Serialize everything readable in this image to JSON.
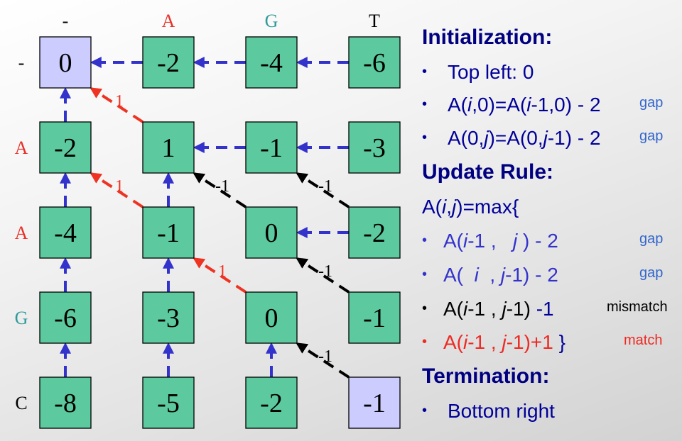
{
  "matrix": {
    "column_headers": [
      {
        "label": "-",
        "color": "#000000"
      },
      {
        "label": "A",
        "color": "#e8322a"
      },
      {
        "label": "G",
        "color": "#2f9a9a"
      },
      {
        "label": "T",
        "color": "#000000"
      }
    ],
    "row_headers": [
      {
        "label": "-",
        "color": "#000000"
      },
      {
        "label": "A",
        "color": "#e8322a"
      },
      {
        "label": "A",
        "color": "#e8322a"
      },
      {
        "label": "G",
        "color": "#2f9a9a"
      },
      {
        "label": "C",
        "color": "#000000"
      }
    ],
    "values": [
      [
        "0",
        "-2",
        "-4",
        "-6"
      ],
      [
        "-2",
        "1",
        "-1",
        "-3"
      ],
      [
        "-4",
        "-1",
        "0",
        "-2"
      ],
      [
        "-6",
        "-3",
        "0",
        "-1"
      ],
      [
        "-8",
        "-5",
        "-2",
        "-1"
      ]
    ],
    "highlighted_cells": [
      [
        0,
        0
      ],
      [
        4,
        3
      ]
    ],
    "colors": {
      "cell_fill": "#5cca9e",
      "highlight_fill": "#ccccff",
      "gap_arrow": "#3333cc",
      "match_arrow": "#ee3322",
      "mismatch_arrow": "#000000"
    },
    "arrows": [
      {
        "from": [
          0,
          1
        ],
        "to": [
          0,
          0
        ],
        "type": "gap"
      },
      {
        "from": [
          0,
          2
        ],
        "to": [
          0,
          1
        ],
        "type": "gap"
      },
      {
        "from": [
          0,
          3
        ],
        "to": [
          0,
          2
        ],
        "type": "gap"
      },
      {
        "from": [
          1,
          0
        ],
        "to": [
          0,
          0
        ],
        "type": "gap"
      },
      {
        "from": [
          2,
          0
        ],
        "to": [
          1,
          0
        ],
        "type": "gap"
      },
      {
        "from": [
          3,
          0
        ],
        "to": [
          2,
          0
        ],
        "type": "gap"
      },
      {
        "from": [
          4,
          0
        ],
        "to": [
          3,
          0
        ],
        "type": "gap"
      },
      {
        "from": [
          1,
          2
        ],
        "to": [
          1,
          1
        ],
        "type": "gap"
      },
      {
        "from": [
          1,
          3
        ],
        "to": [
          1,
          2
        ],
        "type": "gap"
      },
      {
        "from": [
          2,
          3
        ],
        "to": [
          2,
          2
        ],
        "type": "gap"
      },
      {
        "from": [
          2,
          1
        ],
        "to": [
          1,
          1
        ],
        "type": "gap"
      },
      {
        "from": [
          3,
          1
        ],
        "to": [
          2,
          1
        ],
        "type": "gap"
      },
      {
        "from": [
          4,
          1
        ],
        "to": [
          3,
          1
        ],
        "type": "gap"
      },
      {
        "from": [
          4,
          2
        ],
        "to": [
          3,
          2
        ],
        "type": "gap"
      },
      {
        "from": [
          1,
          1
        ],
        "to": [
          0,
          0
        ],
        "type": "match",
        "label": "1"
      },
      {
        "from": [
          2,
          1
        ],
        "to": [
          1,
          0
        ],
        "type": "match",
        "label": "1"
      },
      {
        "from": [
          3,
          2
        ],
        "to": [
          2,
          1
        ],
        "type": "match",
        "label": "1"
      },
      {
        "from": [
          2,
          2
        ],
        "to": [
          1,
          1
        ],
        "type": "mismatch",
        "label": "-1"
      },
      {
        "from": [
          2,
          3
        ],
        "to": [
          1,
          2
        ],
        "type": "mismatch",
        "label": "-1"
      },
      {
        "from": [
          3,
          3
        ],
        "to": [
          2,
          2
        ],
        "type": "mismatch",
        "label": "-1"
      },
      {
        "from": [
          4,
          3
        ],
        "to": [
          3,
          2
        ],
        "type": "mismatch",
        "label": "-1"
      }
    ]
  },
  "rules": {
    "initialization_heading": "Initialization:",
    "init_items": {
      "top_left": "Top left: 0",
      "col0_prefix": "A(",
      "col0_i": "i",
      "col0_mid": ",0)=A(",
      "col0_i2": "i",
      "col0_suffix": "-1,0) - 2",
      "row0_prefix": "A(0,",
      "row0_j": "j",
      "row0_mid": ")=A(0,",
      "row0_j2": "j",
      "row0_suffix": "-1) - 2"
    },
    "update_heading": "Update Rule:",
    "max_line": {
      "prefix": "A(",
      "i": "i",
      "comma": ",",
      "j": "j",
      "suffix": ")=max{"
    },
    "gap1": {
      "prefix": "A(",
      "i": "i",
      "mid": "-1 ,   ",
      "j": "j",
      "suffix": " ) - 2"
    },
    "gap2": {
      "prefix": "A(  ",
      "i": "i",
      "mid": "  , ",
      "j": "j",
      "suffix": "-1) - 2"
    },
    "mismatch": {
      "prefix": "A(",
      "i": "i",
      "mid": "-1 , ",
      "j": "j",
      "suffix": "-1) ",
      "score": "-1"
    },
    "match": {
      "prefix": "A(",
      "i": "i",
      "mid": "-1 , ",
      "j": "j",
      "suffix": "-1)+1",
      "brace": " }"
    },
    "termination_heading": "Termination:",
    "termination_item": "Bottom right",
    "tags": {
      "gap": "gap",
      "mismatch": "mismatch",
      "match": "match"
    },
    "bullet": "•"
  }
}
